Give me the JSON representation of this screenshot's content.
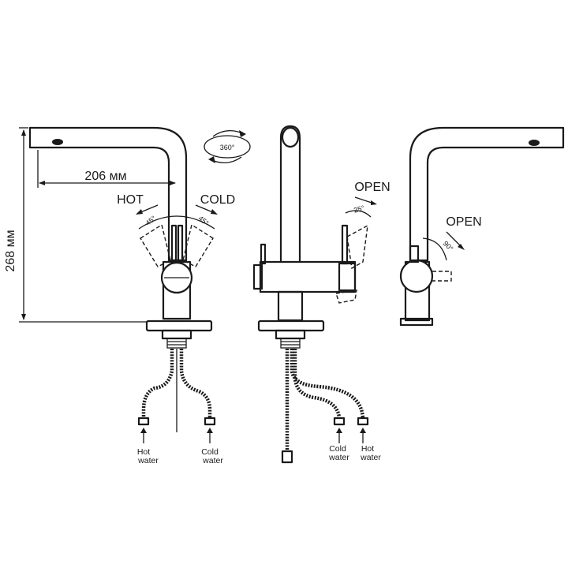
{
  "dimensions": {
    "height_label": "268 мм",
    "reach_label": "206 мм"
  },
  "rotation": {
    "label": "360°"
  },
  "front_view": {
    "hot_label": "HOT",
    "cold_label": "COLD",
    "hot_angle": "45°",
    "cold_angle": "45°",
    "inlet_hot_line1": "Hot",
    "inlet_hot_line2": "water",
    "inlet_cold_line1": "Cold",
    "inlet_cold_line2": "water"
  },
  "side_view": {
    "open_label": "OPEN",
    "open_angle": "25°",
    "inlet_cold_line1": "Cold",
    "inlet_cold_line2": "water",
    "inlet_hot_line1": "Hot",
    "inlet_hot_line2": "water"
  },
  "right_view": {
    "open_label": "OPEN",
    "open_angle": "90°"
  }
}
